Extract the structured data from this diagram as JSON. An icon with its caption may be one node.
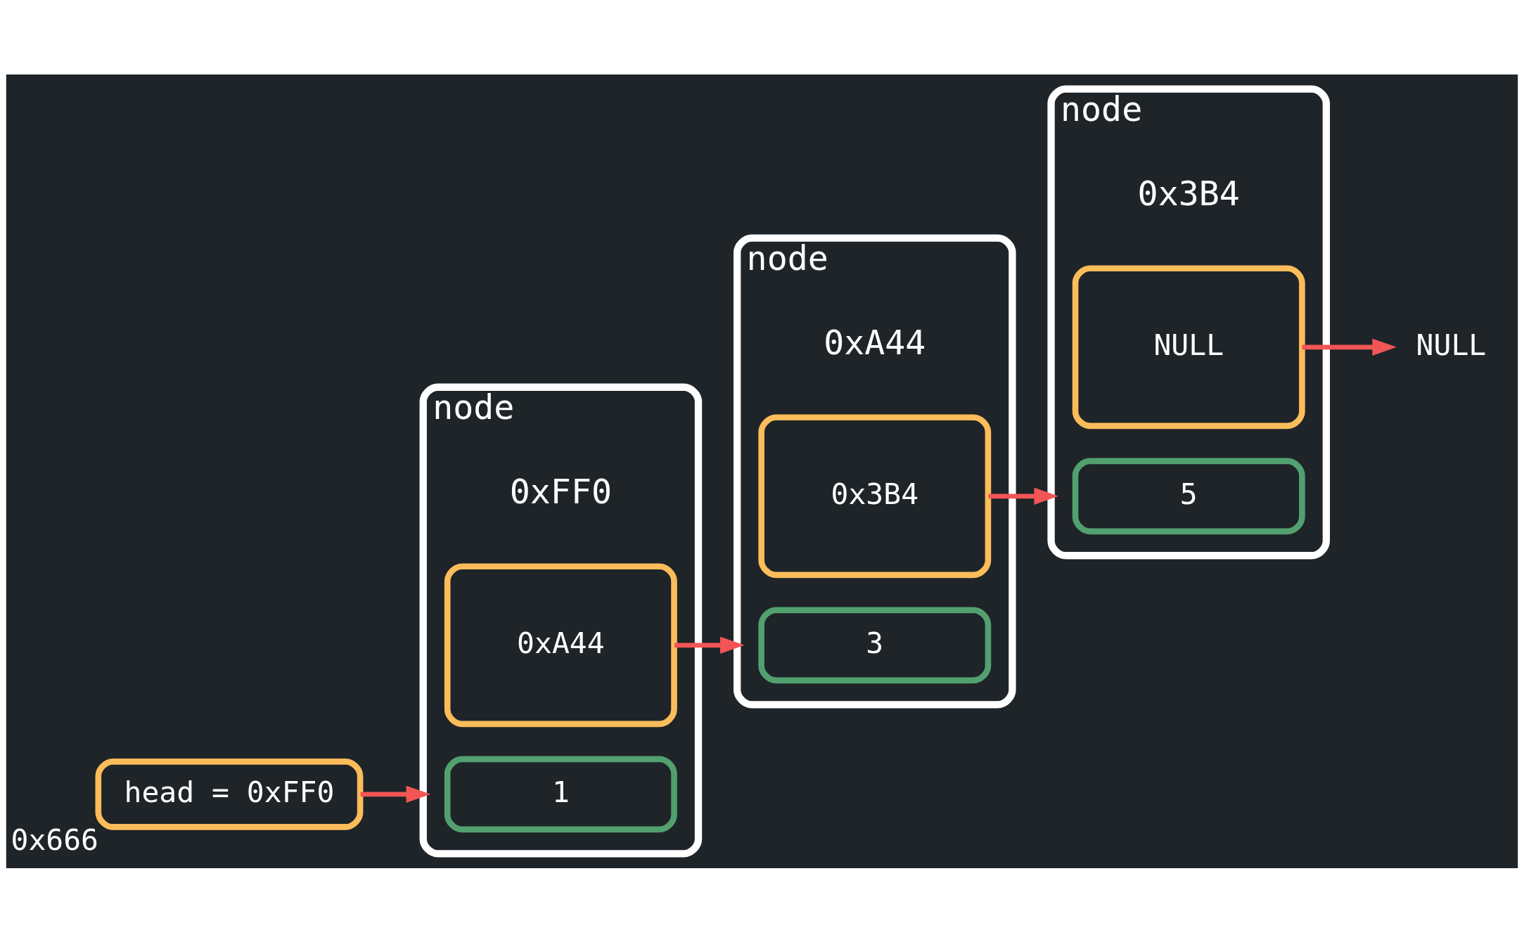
{
  "diagram": {
    "nodes": [
      {
        "text": [
          "node"
        ],
        "beside": [
          "0xFF0"
        ]
      },
      {
        "text": [
          "1"
        ],
        "in": 0
      },
      {
        "text": [
          "0xA44"
        ],
        "in": 0
      },
      {
        "text": [
          "node"
        ],
        "beside": [
          "0xA44"
        ]
      },
      {
        "text": [
          "3"
        ],
        "in": 3
      },
      {
        "text": [
          "0x3B4"
        ],
        "in": 3
      },
      {
        "text": [
          "node"
        ],
        "beside": [
          "0x3B4"
        ]
      },
      {
        "text": [
          "5"
        ],
        "in": 6
      },
      {
        "text": [
          "NULL"
        ],
        "in": 6
      },
      {
        "text": [
          "head = 0xFF0"
        ],
        "beside": [
          "0x666"
        ]
      },
      {
        "text": [
          "NULL"
        ]
      }
    ],
    "edges": [
      {
        "from": 9,
        "to": 0,
        "arrow": "to"
      },
      {
        "from": 2,
        "to": 3,
        "arrow": "to"
      },
      {
        "from": 5,
        "to": 6,
        "arrow": "to"
      },
      {
        "from": 8,
        "to": 10,
        "arrow": "to"
      }
    ]
  }
}
